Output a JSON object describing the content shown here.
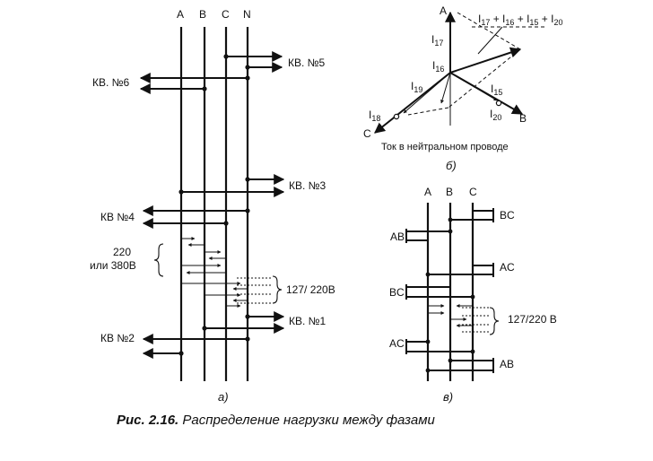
{
  "bus_labels_a": [
    "A",
    "B",
    "C",
    "N"
  ],
  "bus_labels_c": [
    "A",
    "B",
    "C"
  ],
  "panel_a": {
    "kv5": "КВ. №5",
    "kv6": "КВ. №6",
    "kv3": "КВ. №3",
    "kv4": "КВ №4",
    "kv1": "КВ. №1",
    "kv2": "КВ №2",
    "v220": "220",
    "v380": "или 380В",
    "v127": "127/ 220В",
    "sub": "а)"
  },
  "panel_b": {
    "A": "A",
    "B": "B",
    "C": "C",
    "sum_I": "I",
    "sum_17": "17",
    "sum_p1": " + I",
    "sum_16": "16",
    "sum_p2": " + I",
    "sum_15": "15",
    "sum_p3": " + I",
    "sum_20": "20",
    "i17_I": "I",
    "i17": "17",
    "i16_I": "I",
    "i16": "16",
    "i19_I": "I",
    "i19": "19",
    "i15_I": "I",
    "i15": "15",
    "i18_I": "I",
    "i18": "18",
    "i20_I": "I",
    "i20": "20",
    "neutral": "Ток в нейтральном проводе",
    "sub": "б)"
  },
  "panel_c": {
    "bc1": "BC",
    "ab1": "AB",
    "ac1": "AC",
    "bc2": "BC",
    "v127": "127/220 В",
    "ac2": "AC",
    "ab2": "AB",
    "sub": "в)"
  },
  "caption": {
    "prefix": "Рис.  2.16.",
    "text": " Распределение нагрузки между фазами"
  }
}
